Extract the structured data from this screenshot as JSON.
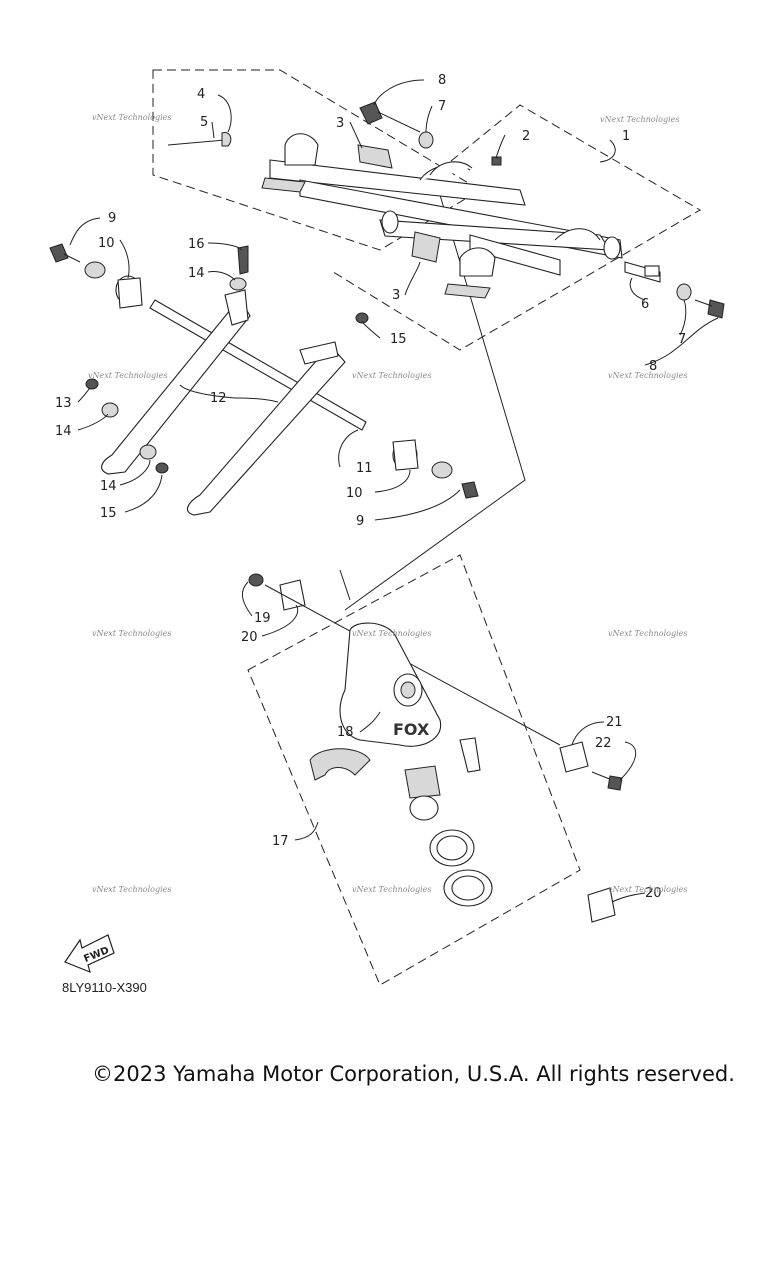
{
  "callouts": [
    "1",
    "2",
    "3",
    "3",
    "4",
    "5",
    "6",
    "7",
    "7",
    "8",
    "8",
    "9",
    "9",
    "10",
    "10",
    "11",
    "12",
    "13",
    "14",
    "14",
    "14",
    "15",
    "15",
    "16",
    "17",
    "18",
    "19",
    "20",
    "20",
    "21",
    "22"
  ],
  "watermark": "vNext Technologies",
  "fwd_label": "FWD",
  "diagram_code": "8LY9110-X390",
  "copyright": "©2023 Yamaha Motor Corporation, U.S.A. All rights reserved."
}
